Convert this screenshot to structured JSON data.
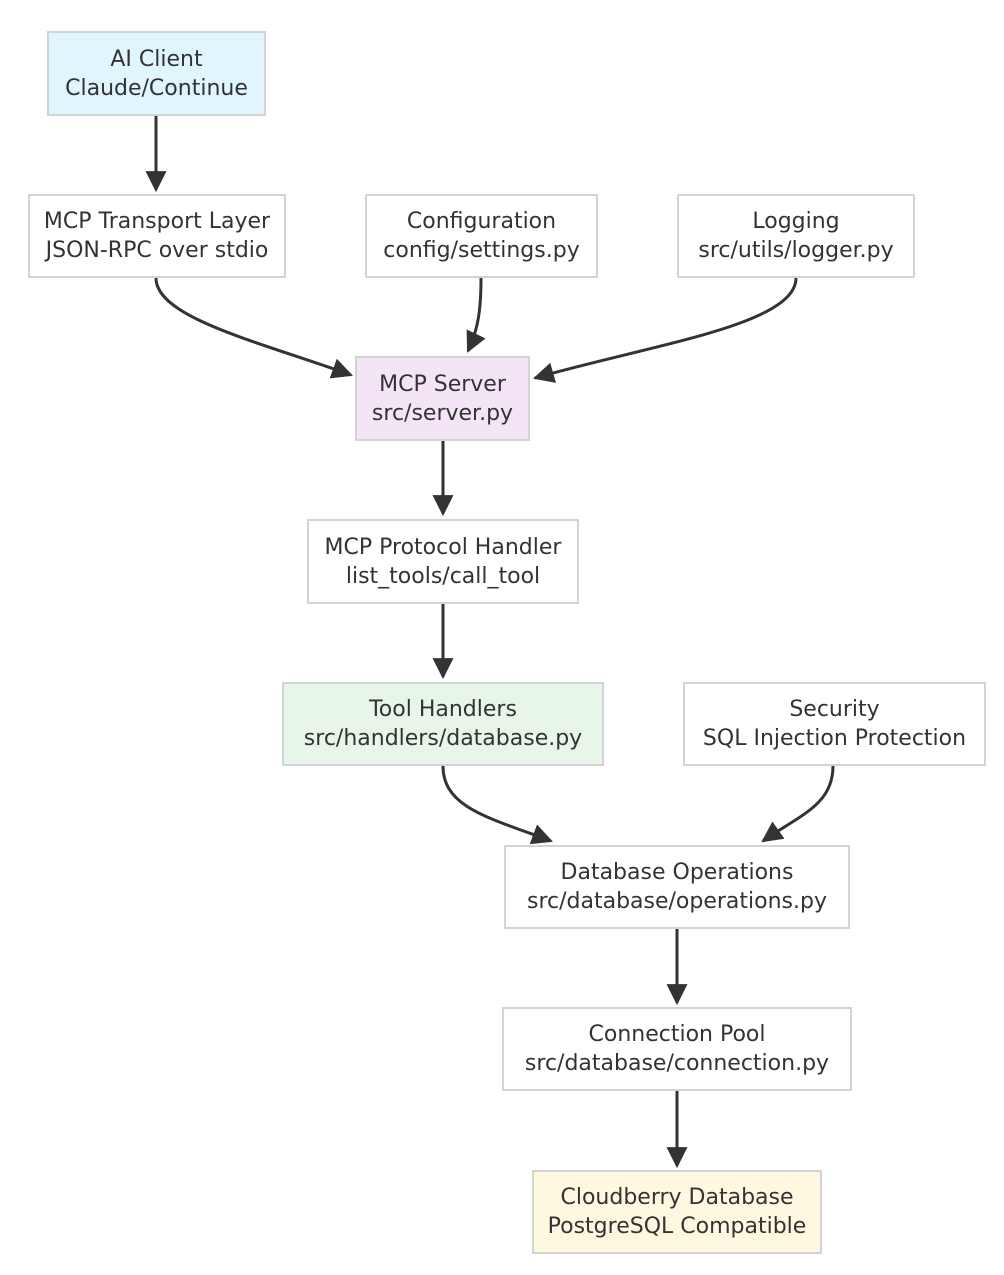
{
  "nodes": {
    "ai_client": {
      "line1": "AI Client",
      "line2": "Claude/Continue",
      "fill": "#e1f5fe"
    },
    "transport": {
      "line1": "MCP Transport Layer",
      "line2": "JSON-RPC over stdio",
      "fill": "#ffffff"
    },
    "config": {
      "line1": "Configuration",
      "line2": "config/settings.py",
      "fill": "#ffffff"
    },
    "logging": {
      "line1": "Logging",
      "line2": "src/utils/logger.py",
      "fill": "#ffffff"
    },
    "server": {
      "line1": "MCP Server",
      "line2": "src/server.py",
      "fill": "#f3e5f5"
    },
    "protocol": {
      "line1": "MCP Protocol Handler",
      "line2": "list_tools/call_tool",
      "fill": "#ffffff"
    },
    "tools": {
      "line1": "Tool Handlers",
      "line2": "src/handlers/database.py",
      "fill": "#e8f5e9"
    },
    "security": {
      "line1": "Security",
      "line2": "SQL Injection Protection",
      "fill": "#ffffff"
    },
    "dbops": {
      "line1": "Database Operations",
      "line2": "src/database/operations.py",
      "fill": "#ffffff"
    },
    "pool": {
      "line1": "Connection Pool",
      "line2": "src/database/connection.py",
      "fill": "#ffffff"
    },
    "cloudberry": {
      "line1": "Cloudberry Database",
      "line2": "PostgreSQL Compatible",
      "fill": "#fff8e1"
    }
  },
  "edges": [
    {
      "from": "ai_client",
      "to": "transport"
    },
    {
      "from": "transport",
      "to": "server"
    },
    {
      "from": "config",
      "to": "server"
    },
    {
      "from": "logging",
      "to": "server"
    },
    {
      "from": "server",
      "to": "protocol"
    },
    {
      "from": "protocol",
      "to": "tools"
    },
    {
      "from": "tools",
      "to": "dbops"
    },
    {
      "from": "security",
      "to": "dbops"
    },
    {
      "from": "dbops",
      "to": "pool"
    },
    {
      "from": "pool",
      "to": "cloudberry"
    }
  ],
  "colors": {
    "edge": "#333333",
    "border": "#d3d3d3",
    "text": "#333333"
  }
}
